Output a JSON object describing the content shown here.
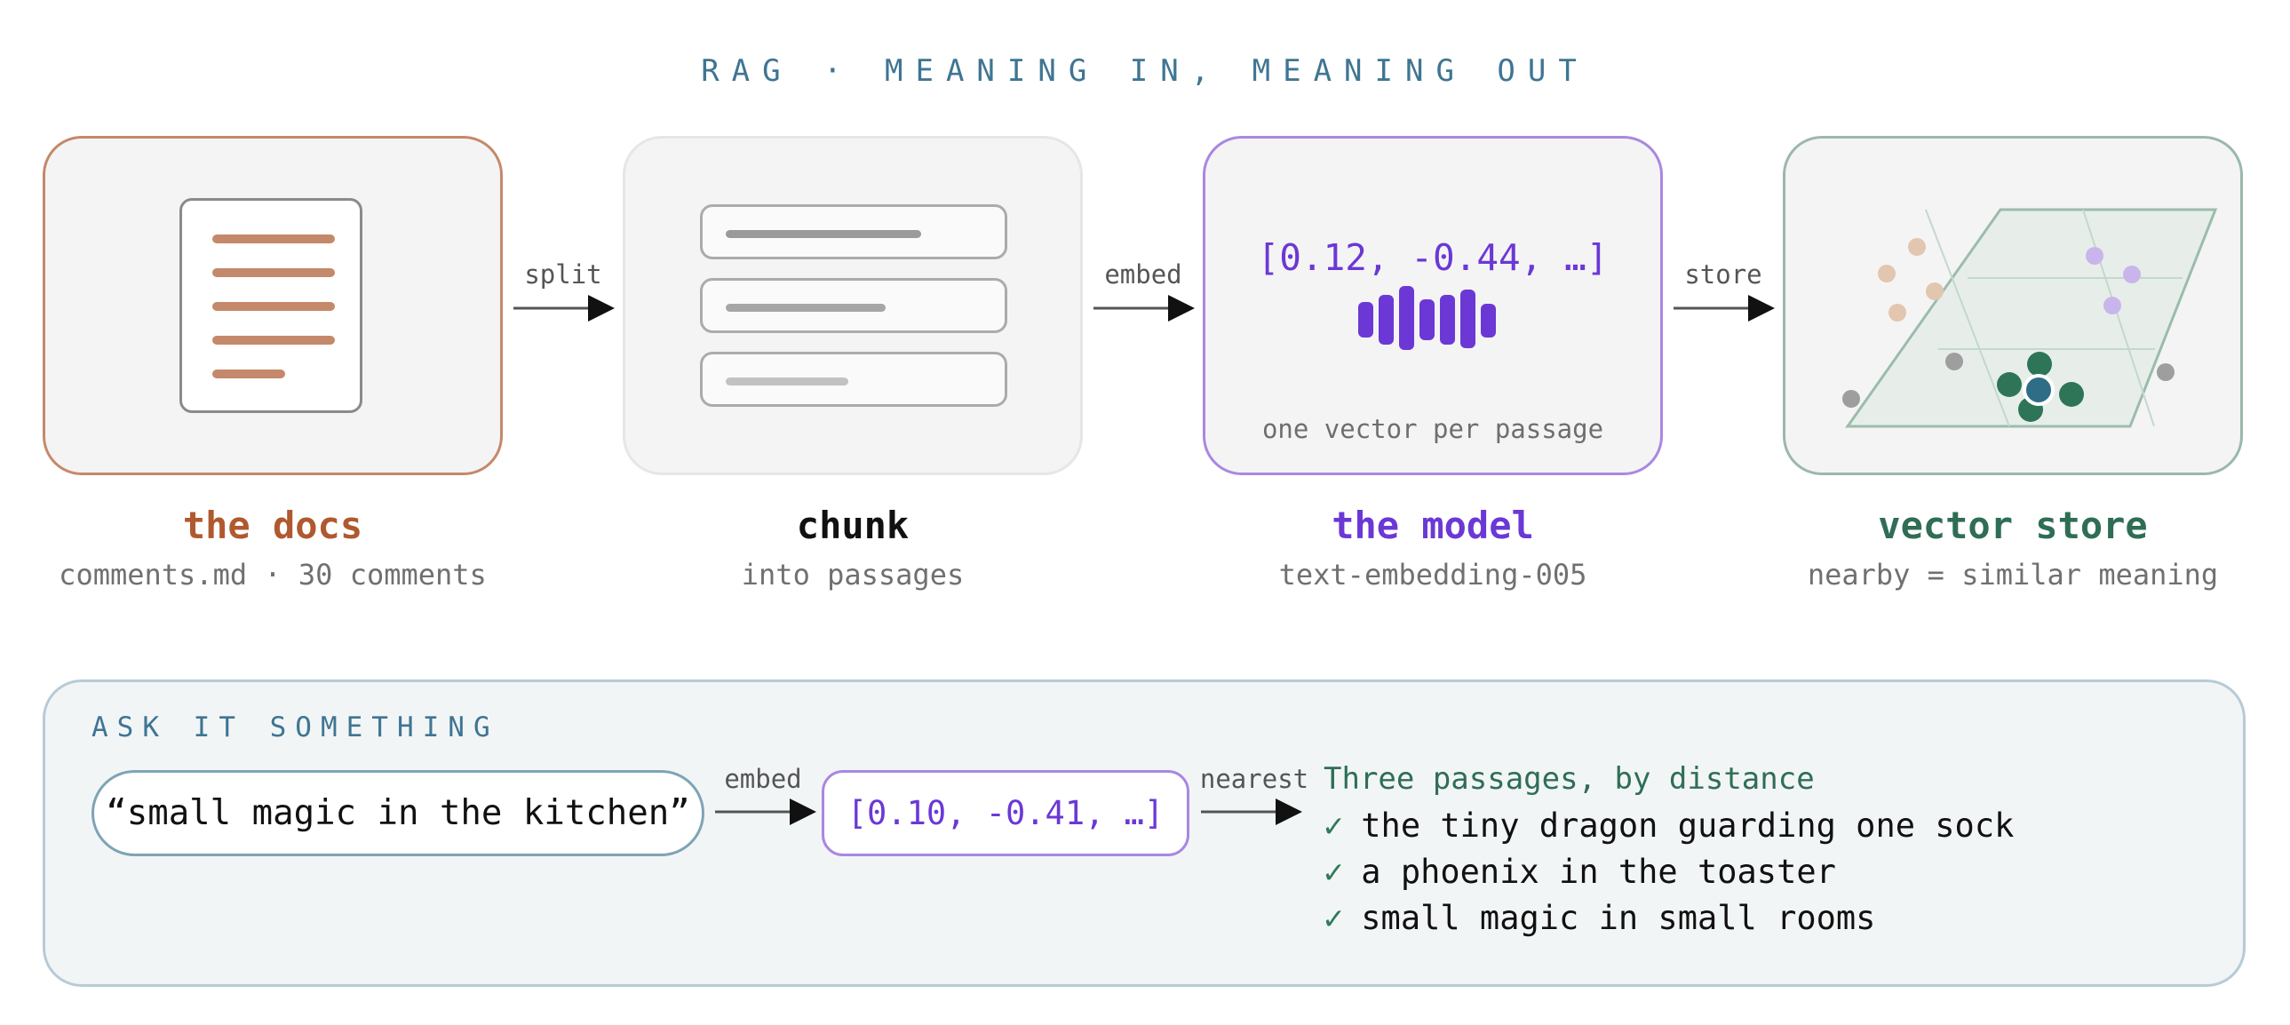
{
  "title": "RAG · MEANING IN, MEANING OUT",
  "pipeline": {
    "steps": [
      {
        "label": "the docs",
        "sub": "comments.md · 30 comments",
        "color": "#b0592f"
      },
      {
        "label": "chunk",
        "sub": "into passages",
        "color": "#111111"
      },
      {
        "label": "the model",
        "sub": "text-embedding-005",
        "color": "#6b38d6",
        "vector": "[0.12, -0.44, …]",
        "caption": "one vector per passage"
      },
      {
        "label": "vector store",
        "sub": "nearby = similar meaning",
        "color": "#2f6e55"
      }
    ],
    "arrows": [
      "split",
      "embed",
      "store"
    ]
  },
  "ask": {
    "title": "ASK IT SOMETHING",
    "query": "“small magic in the kitchen”",
    "embed_label": "embed",
    "query_vector": "[0.10, -0.41, …]",
    "nearest_label": "nearest",
    "results_heading": "Three passages, by distance",
    "results": [
      "the tiny dragon guarding one sock",
      "a phoenix in the toaster",
      "small magic in small rooms"
    ],
    "check": "✓"
  },
  "colors": {
    "docs": "#c4896a",
    "model": "#6b38d6",
    "store": "#2f6e55",
    "accent": "#3f7593"
  }
}
